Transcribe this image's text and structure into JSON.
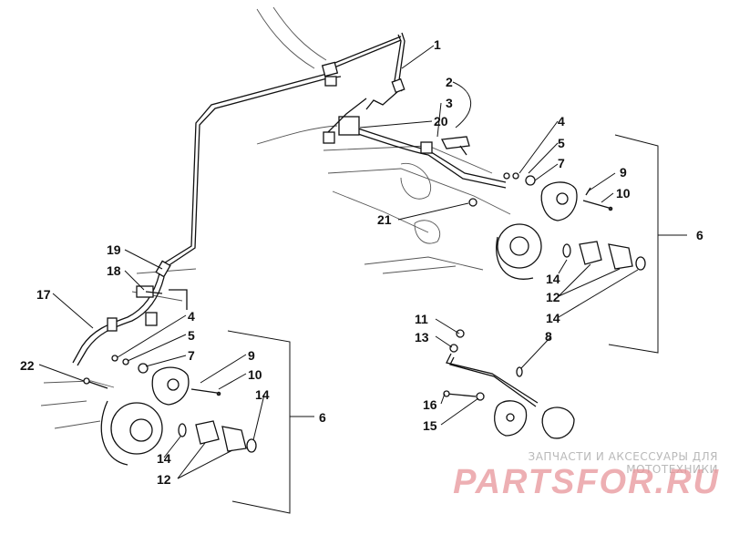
{
  "diagram": {
    "callouts": [
      "1",
      "2",
      "3",
      "20",
      "4",
      "5",
      "7",
      "9",
      "10",
      "21",
      "6",
      "14",
      "12",
      "14",
      "19",
      "18",
      "17",
      "4",
      "5",
      "7",
      "9",
      "10",
      "22",
      "14",
      "6",
      "14",
      "12",
      "11",
      "13",
      "8",
      "16",
      "15"
    ]
  },
  "watermark": {
    "caption": "ЗАПЧАСТИ И АКСЕССУАРЫ ДЛЯ МОТОТЕХНИКИ",
    "logo": "PARTSFOR.RU"
  }
}
